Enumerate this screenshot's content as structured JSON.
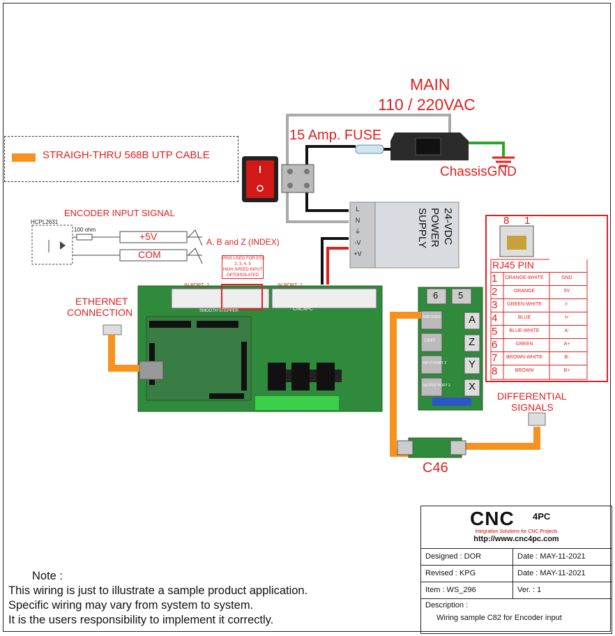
{
  "legend": {
    "cable_label": "STRAIGH-THRU 568B UTP CABLE"
  },
  "power": {
    "main_line1": "MAIN",
    "main_line2": "110 / 220VAC",
    "fuse_label": "15 Amp. FUSE",
    "chassis_label": "ChassisGND",
    "supply_label_1": "24-VDC",
    "supply_label_2": "POWER",
    "supply_label_3": "SUPPLY",
    "supply_terminals": [
      "L",
      "N",
      "⏚",
      "-V",
      "+V"
    ]
  },
  "encoder": {
    "title": "ENCODER INPUT SIGNAL",
    "part": "HCPL2631",
    "resistor": "100 ohm",
    "plus5v": "+5V",
    "com": "COM",
    "channels": "A, B and Z (INDEX)"
  },
  "board": {
    "in_port_2": "IN PORT_2",
    "in_port_1": "IN PORT_1",
    "pins_note_1": "PINS USED FOR ESS",
    "pins_note_2": "2, 3, 4, 5",
    "pins_note_3": "HIGH SPEED INPUT",
    "pins_note_4": "OPTOISOLATED",
    "brand": "SMOOTH STEPPER",
    "cnc_badge": "CNC4PC"
  },
  "ethernet": {
    "line1": "ETHERNET",
    "line2": "CONNECTION"
  },
  "breakout": {
    "top_labels": [
      "6",
      "5"
    ],
    "axis_labels": [
      "A",
      "Z",
      "Y",
      "X"
    ],
    "port_labels": [
      "ENCODER",
      "LIMIT",
      "INPUT PORT 2",
      "OUTPUT PORT 2"
    ]
  },
  "differential": {
    "line1": "DIFFERENTIAL",
    "line2": "SIGNALS"
  },
  "c46": {
    "label": "C46"
  },
  "rj45": {
    "pin8": "8",
    "pin1": "1",
    "title": "RJ45 PIN",
    "rows": [
      {
        "n": "1",
        "color": "ORANGE-WHITE",
        "signal": "GND"
      },
      {
        "n": "2",
        "color": "ORANGE",
        "signal": "5V"
      },
      {
        "n": "3",
        "color": "GREEN-WHITE",
        "signal": "I-"
      },
      {
        "n": "4",
        "color": "BLUE",
        "signal": "I+"
      },
      {
        "n": "5",
        "color": "BLUE-WHITE",
        "signal": "A-"
      },
      {
        "n": "6",
        "color": "GREEN",
        "signal": "A+"
      },
      {
        "n": "7",
        "color": "BROWN-WHITE",
        "signal": "B-"
      },
      {
        "n": "8",
        "color": "BROWN",
        "signal": "B+"
      }
    ]
  },
  "note": {
    "header": "Note :",
    "line1": "This wiring is just to illustrate a sample product application.",
    "line2": "Specific wiring may vary from system to system.",
    "line3": "It is the users responsibility to implement it correctly."
  },
  "title_block": {
    "logo_main": "CNC",
    "logo_sup": "4PC",
    "tagline": "Integration Solutions for CNC Projects",
    "url": "http://www.cnc4pc.com",
    "designed": "Designed :  DOR",
    "date1": "Date :   MAY-11-2021",
    "revised": "Revised : KPG",
    "date2": "Date :   MAY-11-2021",
    "item": "Item : WS_296",
    "ver": "Ver. :    1",
    "description_label": "Description :",
    "description": "Wiring sample C82 for Encoder input"
  },
  "colors": {
    "accent_red": "#e02020",
    "cable_orange": "#f7921e",
    "board_green": "#2f8a3c"
  }
}
